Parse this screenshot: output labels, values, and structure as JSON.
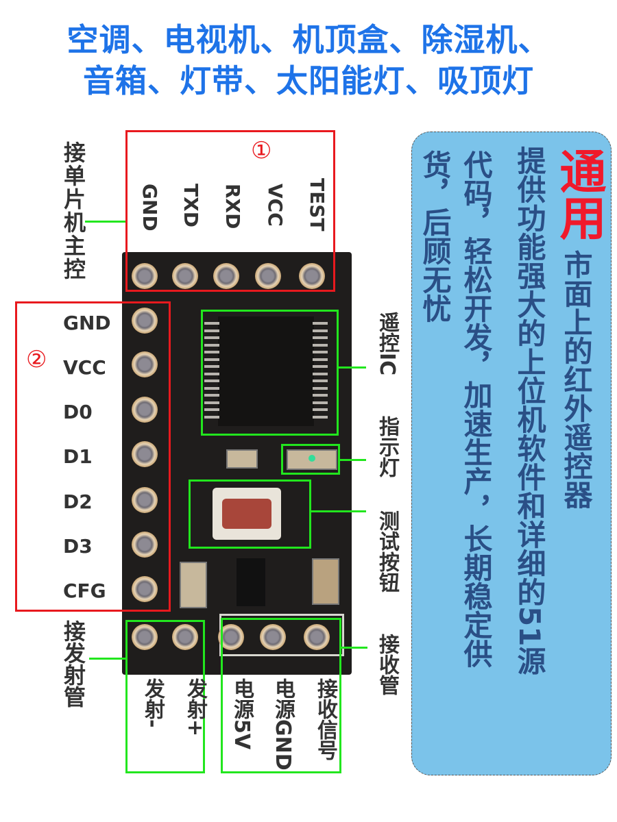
{
  "headline": {
    "line1": "空调、电视机、机顶盒、除湿机、",
    "line2": "音箱、灯带、太阳能灯、吸顶灯"
  },
  "top_header": {
    "marker": "①",
    "pins": [
      "TEST",
      "VCC",
      "RXD",
      "TXD",
      "GND"
    ],
    "label": "接单片机主控"
  },
  "left_header": {
    "marker": "②",
    "pins": [
      "GND",
      "VCC",
      "D0",
      "D1",
      "D2",
      "D3",
      "CFG"
    ]
  },
  "callouts": {
    "ic": "遥控IC",
    "led": "指示灯",
    "button": "测试按钮",
    "receiver": "接收管",
    "emitter": "接发射管"
  },
  "bottom_pins": [
    "发射-",
    "发射+",
    "电源5V",
    "电源GND",
    "接收信号"
  ],
  "panel": {
    "highlight": "通用",
    "col1": "市面上的红外遥控器",
    "col2": "提供功能强大的上位机软件和详细的51源",
    "col3": "代码，轻松开发，加速生产，长期稳定供",
    "col4": "货，后顾无忧"
  },
  "colors": {
    "headline": "#1e73e8",
    "red_box": "#e8191e",
    "green_box": "#22e61e",
    "panel_bg": "#7bc3ea",
    "panel_text": "#2a4f86"
  }
}
